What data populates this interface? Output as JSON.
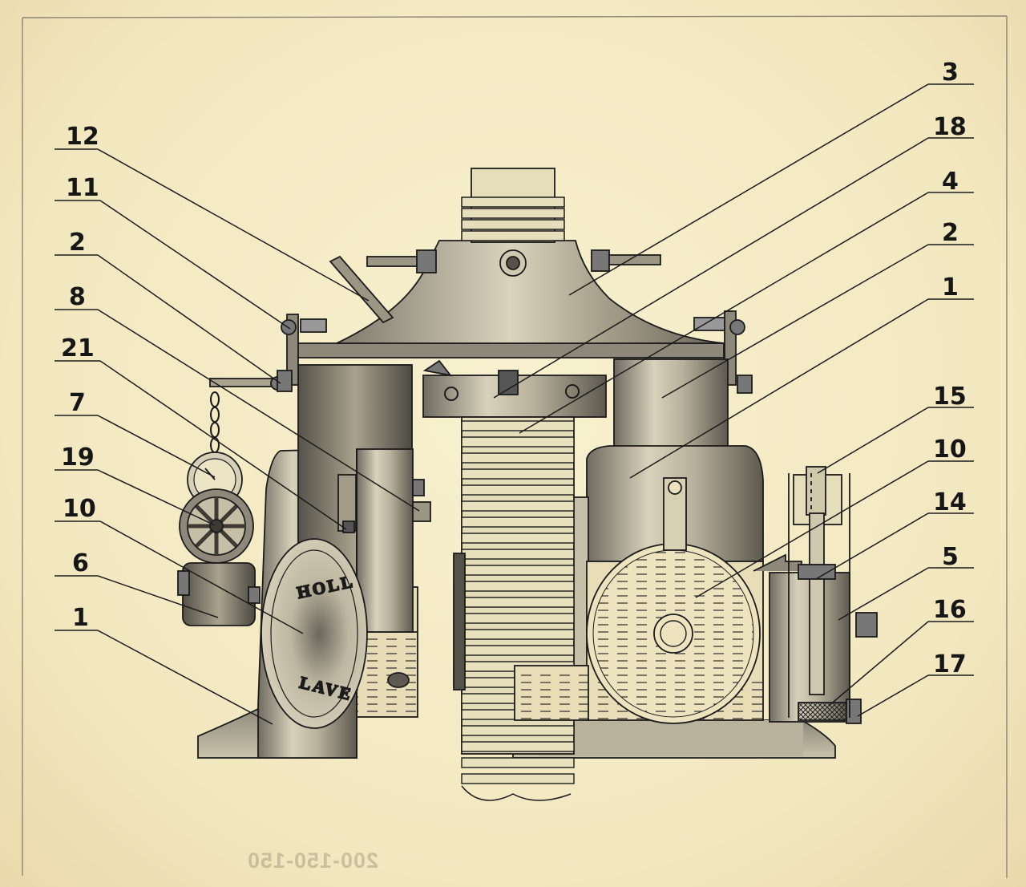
{
  "callouts_left": [
    "12",
    "11",
    "2",
    "8",
    "21",
    "7",
    "19",
    "10",
    "6",
    "1"
  ],
  "callouts_right": [
    "3",
    "18",
    "4",
    "2",
    "1",
    "15",
    "10",
    "14",
    "5",
    "16",
    "17"
  ],
  "nameplate": {
    "line1": "HOLL",
    "line2": "LAVE"
  },
  "reference_number": "200-150-150",
  "colors": {
    "paper": "#f5edc6",
    "ink": "#161616",
    "shade": "#9a9688"
  }
}
